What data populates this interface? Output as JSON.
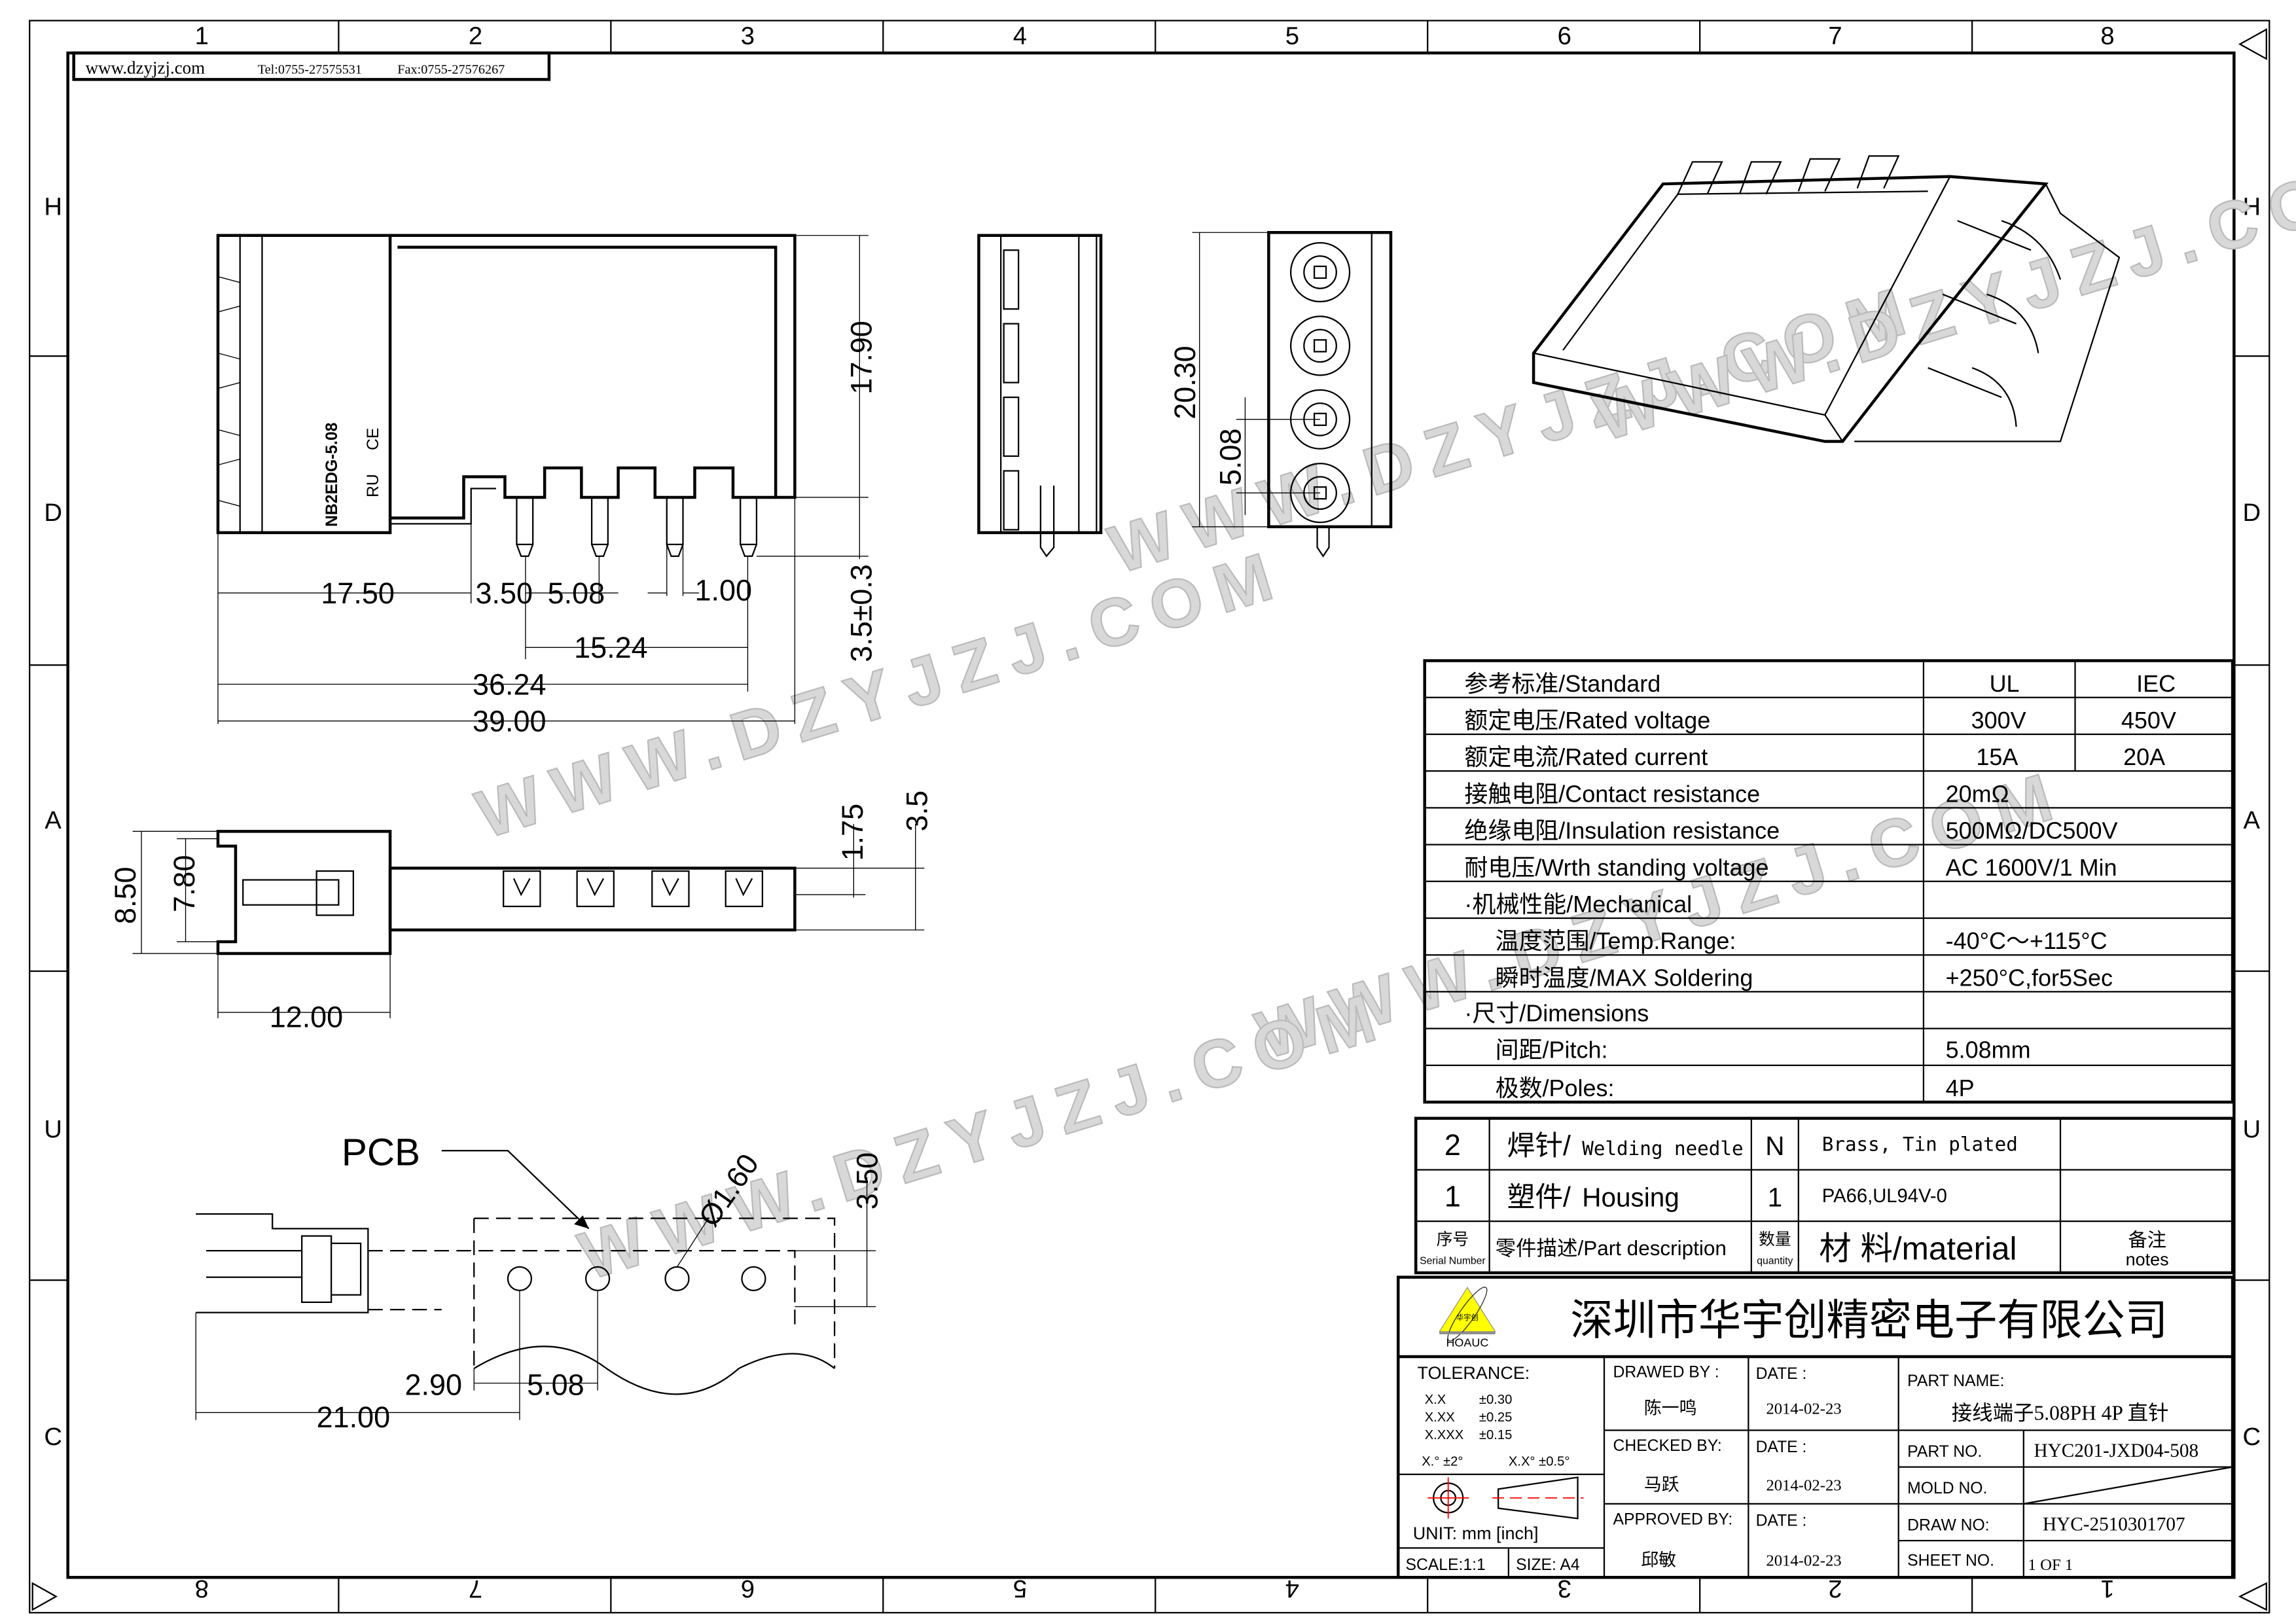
{
  "header": {
    "website": "www.dzyjzj.com",
    "tel": "Tel:0755-27575531",
    "fax": "Fax:0755-27576267"
  },
  "zones": {
    "top": [
      "1",
      "2",
      "3",
      "4",
      "5",
      "6",
      "7",
      "8"
    ],
    "bottom": [
      "8",
      "7",
      "6",
      "5",
      "4",
      "3",
      "2",
      "1"
    ],
    "side": [
      "H",
      "D",
      "A",
      "U",
      "C"
    ]
  },
  "watermark": "WWW.DZYJZJ.COM",
  "drawing": {
    "housing_marking": "NB2EDG-5.08",
    "ce_mark": "CE",
    "ul_mark": "RU",
    "pcb_label": "PCB",
    "dims_front": {
      "d1": "17.50",
      "d2": "3.50",
      "d3": "5.08",
      "d4": "1.00",
      "d5": "15.24",
      "d6": "36.24",
      "d7": "39.00",
      "h1": "17.90",
      "h2": "3.5±0.3"
    },
    "dims_side": {
      "h": "20.30",
      "pitch": "5.08"
    },
    "dims_bottom": {
      "h1": "8.50",
      "h2": "7.80",
      "w": "12.00",
      "t1": "1.75",
      "t2": "3.5"
    },
    "dims_pcb": {
      "hole": "Ø1.60",
      "h": "3.50",
      "x1": "2.90",
      "x2": "5.08",
      "x3": "21.00"
    }
  },
  "spec_table": {
    "rows": [
      {
        "label": "参考标准/Standard",
        "ul": "UL",
        "iec": "IEC",
        "indent": 0
      },
      {
        "label": "额定电压/Rated voltage",
        "ul": "300V",
        "iec": "450V",
        "indent": 0
      },
      {
        "label": "额定电流/Rated current",
        "ul": "15A",
        "iec": "20A",
        "indent": 0
      },
      {
        "label": "接触电阻/Contact resistance",
        "value": "20mΩ",
        "indent": 0
      },
      {
        "label": "绝缘电阻/Insulation resistance",
        "value": "500MΩ/DC500V",
        "indent": 0
      },
      {
        "label": "耐电压/Wrth standing voltage",
        "value": "AC 1600V/1 Min",
        "indent": 0
      },
      {
        "label": "·机械性能/Mechanical",
        "value": "",
        "indent": 0
      },
      {
        "label": "温度范围/Temp.Range:",
        "value": "-40°C～+115°C",
        "indent": 1
      },
      {
        "label": "瞬时温度/MAX Soldering",
        "value": "+250°C,for5Sec",
        "indent": 1
      },
      {
        "label": "·尺寸/Dimensions",
        "value": "",
        "indent": 0
      },
      {
        "label": "间距/Pitch:",
        "value": "5.08mm",
        "indent": 1
      },
      {
        "label": "极数/Poles:",
        "value": "4P",
        "indent": 1
      }
    ]
  },
  "parts_table": {
    "rows": [
      {
        "serial": "2",
        "desc_cn": "焊针/",
        "desc_en": "Welding needle",
        "qty": "N",
        "material": "Brass, Tin plated",
        "notes": ""
      },
      {
        "serial": "1",
        "desc_cn": "塑件/",
        "desc_en": "Housing",
        "qty": "1",
        "material": "PA66,UL94V-0",
        "notes": ""
      }
    ],
    "header": {
      "serial_cn": "序号",
      "serial_en": "Serial Number",
      "desc": "零件描述/Part description",
      "qty_cn": "数量",
      "qty_en": "quantity",
      "material": "材 料/material",
      "notes_cn": "备注",
      "notes_en": "notes"
    }
  },
  "title_block": {
    "company": "深圳市华宇创精密电子有限公司",
    "logo_cn": "华宇创",
    "logo_en": "HOAUC",
    "tolerance_label": "TOLERANCE:",
    "tolerances": [
      [
        "X.X",
        "±0.30"
      ],
      [
        "X.XX",
        "±0.25"
      ],
      [
        "X.XXX",
        "±0.15"
      ]
    ],
    "angle_tol": [
      "X.° ±2°",
      "X.X° ±0.5°"
    ],
    "unit": "UNIT:  mm  [inch]",
    "scale": "SCALE:1:1",
    "size": "SIZE:  A4",
    "drawed_by_label": "DRAWED BY :",
    "drawed_by": "陈一鸣",
    "checked_by_label": "CHECKED BY:",
    "checked_by": "马跃",
    "approved_by_label": "APPROVED BY:",
    "approved_by": "邱敏",
    "date_label": "DATE :",
    "dates": [
      "2014-02-23",
      "2014-02-23",
      "2014-02-23"
    ],
    "part_name_label": "PART NAME:",
    "part_name": "接线端子5.08PH 4P 直针",
    "part_no_label": "PART NO.",
    "part_no": "HYC201-JXD04-508",
    "mold_no_label": "MOLD NO.",
    "draw_no_label": "DRAW NO:",
    "draw_no": "HYC-2510301707",
    "sheet_no_label": "SHEET NO.",
    "sheet_no": "1 OF 1"
  },
  "colors": {
    "logo_yellow": "#ffff00",
    "symbol_red": "#ff0000"
  }
}
